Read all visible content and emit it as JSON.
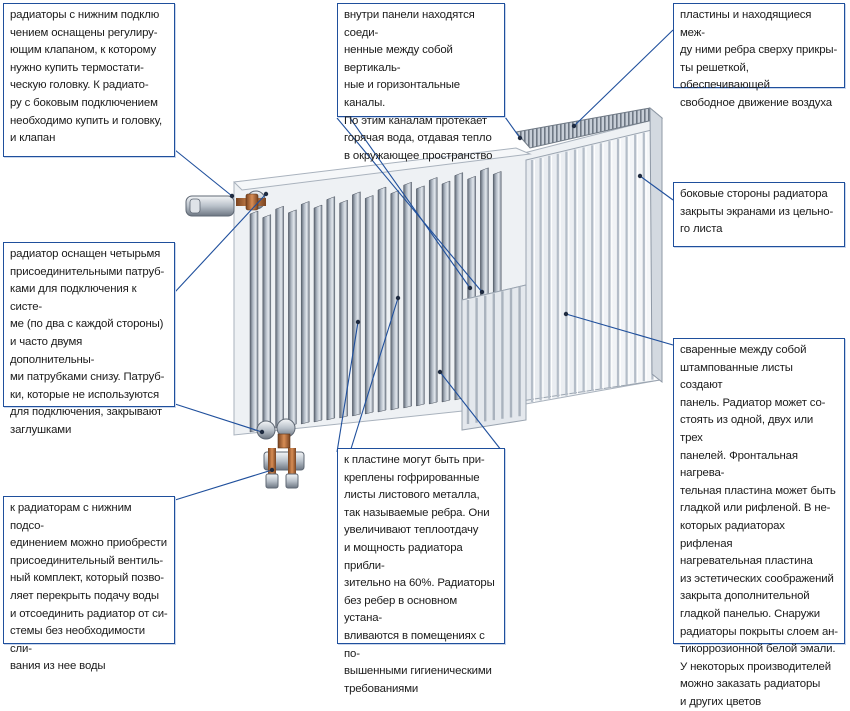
{
  "colors": {
    "callout_border": "#1f4f9c",
    "leader_line": "#1f4f9c",
    "radiator_body": "#e9edf2",
    "radiator_shadow": "#8f99a6",
    "valve_copper": "#b06a3b"
  },
  "callouts": {
    "bottom_connection_valve": "радиаторы с нижним подклю\nчением оснащены регулиру-\nющим клапаном, к которому\nнужно купить термостати-\nческую головку. К радиато-\nру с боковым подключением\nнеобходимо купить и головку,\nи клапан",
    "inner_channels": "внутри панели находятся соеди-\nненные между собой вертикаль-\nные и горизонтальные каналы.\nПо этим каналам протекает\nгорячая вода, отдавая тепло\nв окружающее пространство",
    "top_grille": "пластины и находящиеся меж-\nду ними ребра сверху прикры-\nты решеткой, обеспечивающей\nсвободное движение воздуха",
    "side_screens": "боковые стороны радиатора\nзакрыты экранами из цельно-\nго листа",
    "connection_pipes": "радиатор оснащен четырьмя\nприсоединительными патруб-\nками для подключения к систе-\nме (по два с каждой стороны)\nи часто двумя дополнительны-\nми патрубками снизу. Патруб-\nки, которые не используются\nдля подключения, закрывают\nзаглушками",
    "welded_panels": "сваренные между собой\nштампованные листы создают\nпанель. Радиатор может со-\nстоять из одной, двух или трех\nпанелей. Фронтальная нагрева-\nтельная пластина может быть\nгладкой или рифленой. В не-\nкоторых радиаторах рифленая\nнагревательная пластина\nиз эстетических соображений\nзакрыта дополнительной\nгладкой панелью. Снаружи\nрадиаторы покрыты слоем ан-\nтикоррозионной белой эмали.\nУ некоторых производителей\nможно заказать радиаторы\nи других цветов",
    "valve_kit": "к радиаторам с нижним подсо-\nединением можно приобрести\nприсоединительный вентиль-\nный комплект, который позво-\nляет перекрыть подачу воды\nи отсоединить радиатор от си-\nстемы без необходимости сли-\nвания из нее воды",
    "fins": "к пластине могут быть при-\nкреплены гофрированные\nлисты листового металла,\nтак называемые ребра. Они\nувеличивают теплоотдачу\nи мощность радиатора прибли-\nзительно на 60%. Радиаторы\nбез ребер в основном устана-\nвливаются в помещениях с по-\nвышенными гигиеническими\nтребованиями"
  }
}
